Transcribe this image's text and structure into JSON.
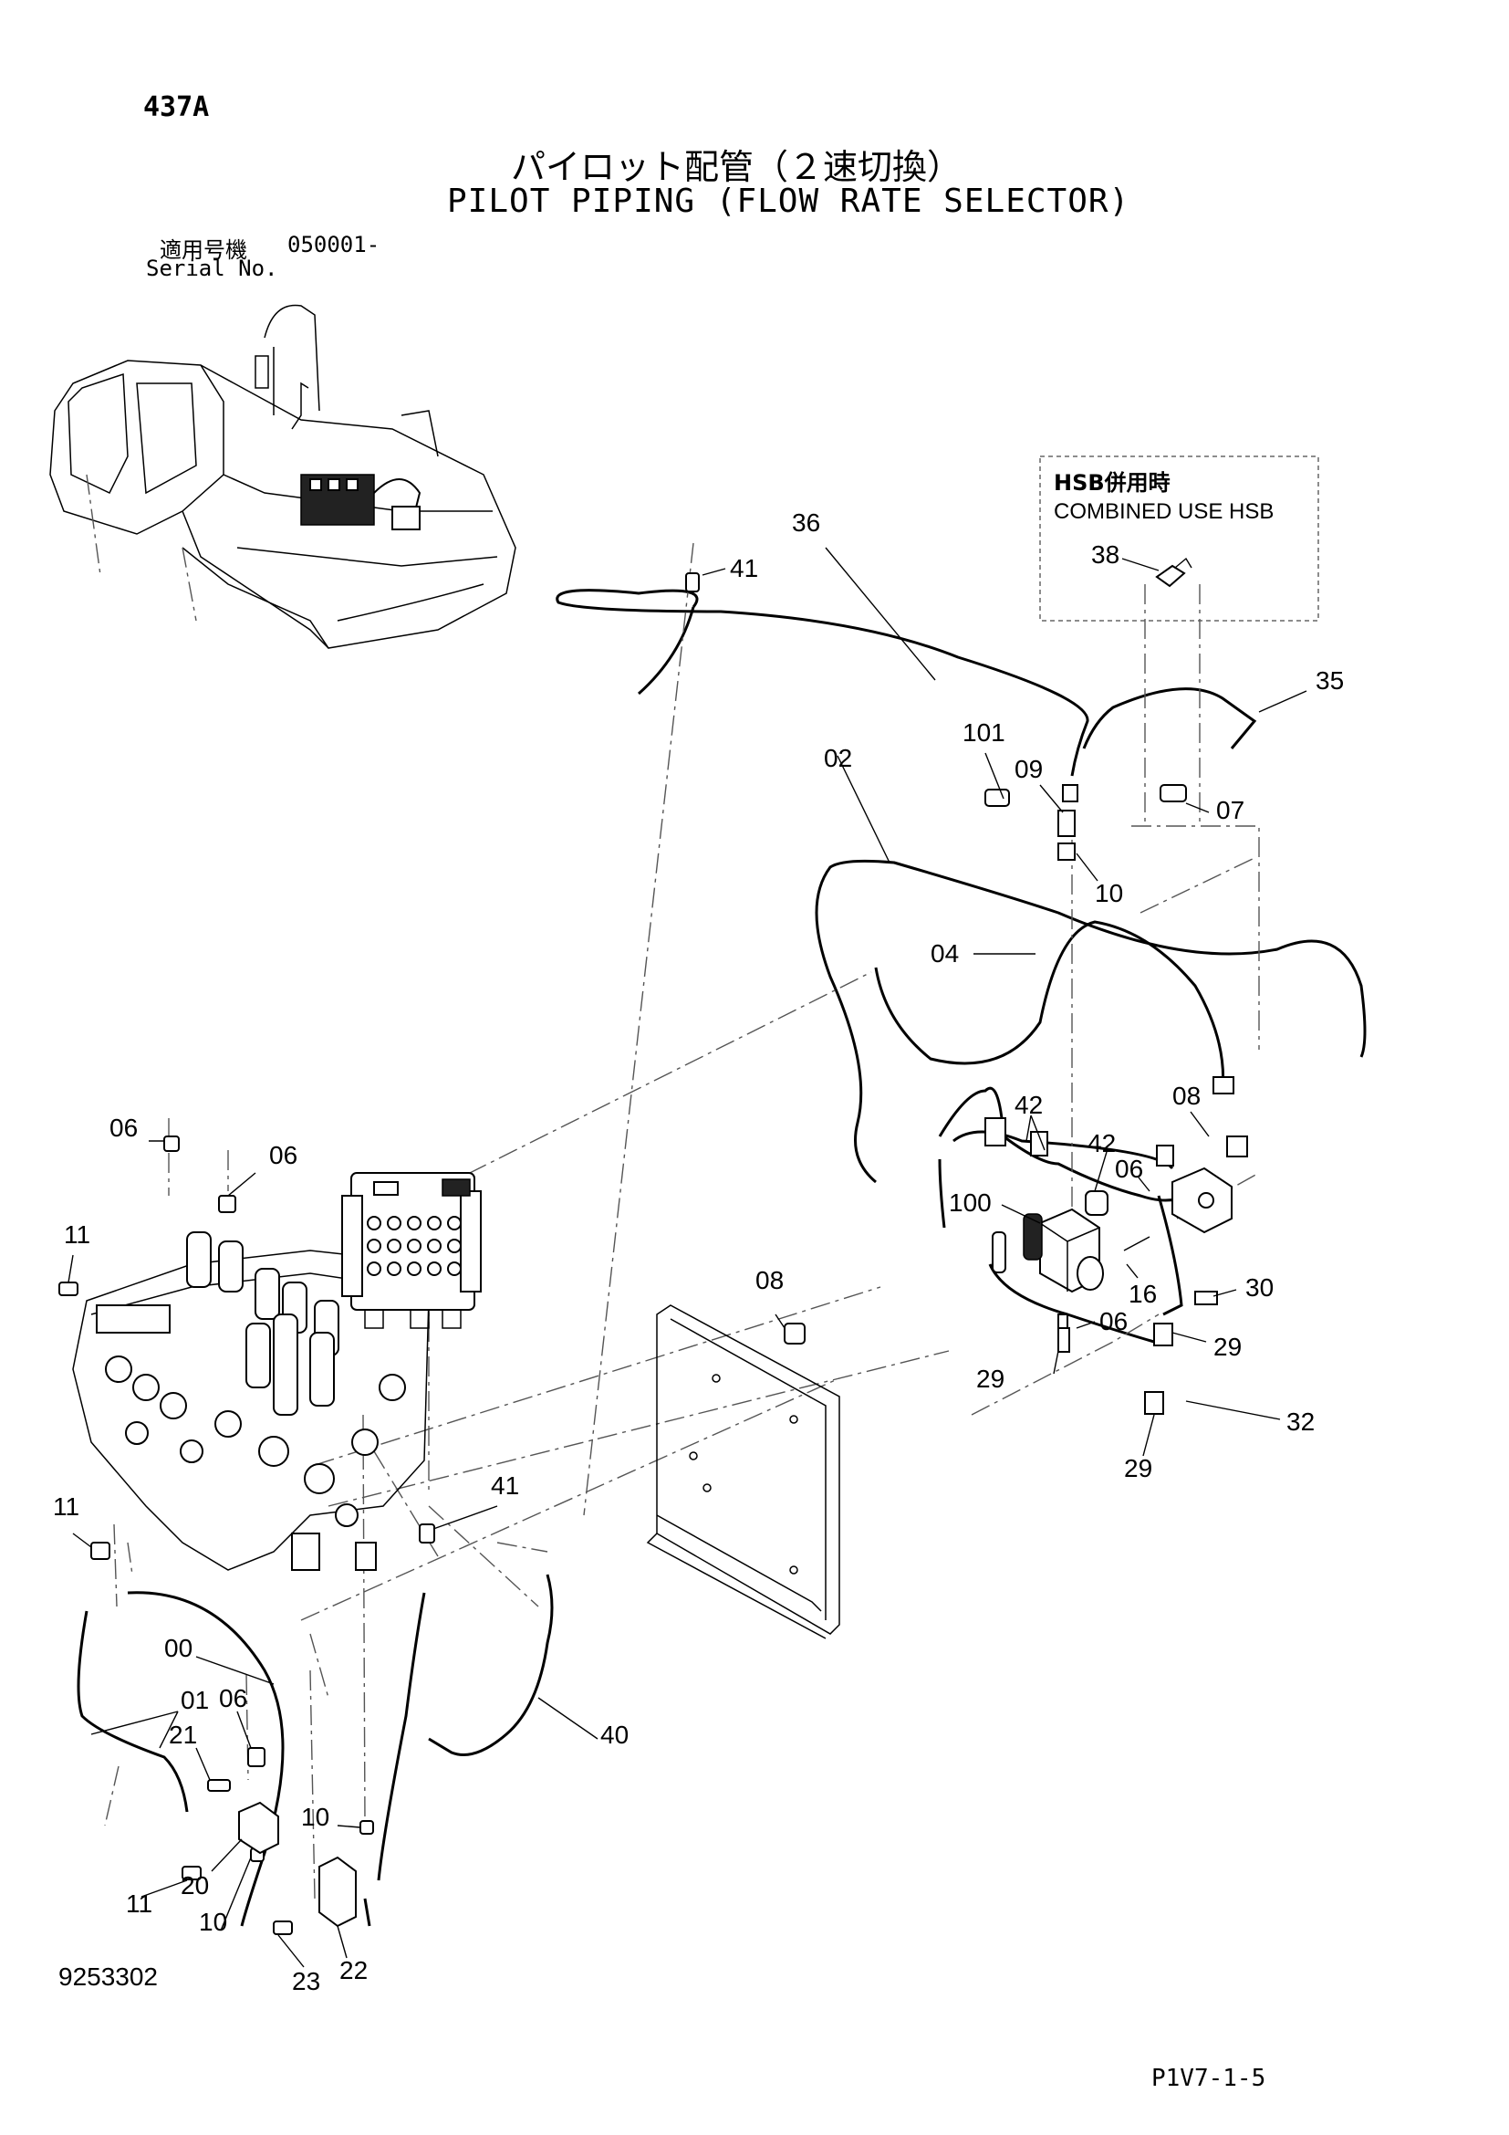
{
  "header": {
    "page_number": "437A",
    "title_ja": "パイロット配管（２速切換）",
    "title_en": "PILOT PIPING (FLOW RATE SELECTOR)",
    "serial_label_ja": "適用号機",
    "serial_value": "050001-",
    "serial_label_en": "Serial No."
  },
  "hsb_box": {
    "label_ja": "HSB併用時",
    "label_en": "COMBINED USE HSB"
  },
  "callouts": {
    "c36": "36",
    "c41_top": "41",
    "c38": "38",
    "c35": "35",
    "c101": "101",
    "c09": "09",
    "c02": "02",
    "c07": "07",
    "c10_top": "10",
    "c04": "04",
    "c08_right": "08",
    "c42_a": "42",
    "c42_b": "42",
    "c06_right": "06",
    "c100": "100",
    "c16": "16",
    "c30": "30",
    "c06_mid": "06",
    "c29_a": "29",
    "c29_b": "29",
    "c32": "32",
    "c29_c": "29",
    "c08_mid": "08",
    "c06_a": "06",
    "c06_b": "06",
    "c11_a": "11",
    "c41_bottom": "41",
    "c11_b": "11",
    "c00": "00",
    "c01": "01",
    "c06_c": "06",
    "c21": "21",
    "c40": "40",
    "c10_mid": "10",
    "c11_c": "11",
    "c20": "20",
    "c10_bottom": "10",
    "c22": "22",
    "c23": "23"
  },
  "footer": {
    "doc_code": "9253302",
    "page_code": "P1V7-1-5"
  }
}
